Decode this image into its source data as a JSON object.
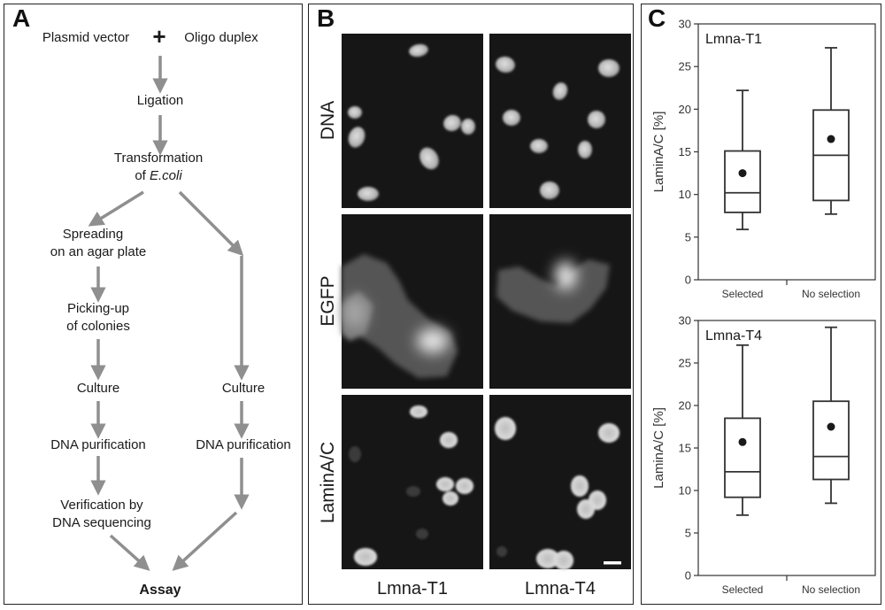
{
  "panels": {
    "a": {
      "letter": "A",
      "flow": {
        "plasmid": "Plasmid vector",
        "plus": "+",
        "oligo": "Oligo duplex",
        "ligation": "Ligation",
        "transformation_1": "Transformation",
        "transformation_2_prefix": "of ",
        "transformation_2_italic": "E.coli",
        "spreading_1": "Spreading",
        "spreading_2": "on an agar plate",
        "picking_1": "Picking-up",
        "picking_2": "of colonies",
        "culture_left": "Culture",
        "culture_right": "Culture",
        "dna_purif_left": "DNA purification",
        "dna_purif_right": "DNA purification",
        "verification_1": "Verification by",
        "verification_2": "DNA sequencing",
        "assay": "Assay"
      }
    },
    "b": {
      "letter": "B",
      "row_labels": [
        "DNA",
        "EGFP",
        "LaminA/C"
      ],
      "col_labels": [
        "Lmna-T1",
        "Lmna-T4"
      ]
    },
    "c": {
      "letter": "C"
    }
  },
  "colors": {
    "arrow": "#8f8f8f",
    "micrograph_bg": "#161616",
    "nucleus": "#c4c4c4",
    "frame": "#222222"
  },
  "chart_data": [
    {
      "type": "box",
      "title": "Lmna-T1",
      "ylabel": "LaminA/C [%]",
      "ylim": [
        0,
        30
      ],
      "yticks": [
        0,
        5,
        10,
        15,
        20,
        25,
        30
      ],
      "categories": [
        "Selected",
        "No selection"
      ],
      "boxes": [
        {
          "min": 5.9,
          "q1": 7.9,
          "median": 10.2,
          "q3": 15.1,
          "max": 22.2,
          "mean": 12.5
        },
        {
          "min": 7.7,
          "q1": 9.3,
          "median": 14.6,
          "q3": 19.9,
          "max": 27.2,
          "mean": 16.5
        }
      ]
    },
    {
      "type": "box",
      "title": "Lmna-T4",
      "ylabel": "LaminA/C [%]",
      "ylim": [
        0,
        30
      ],
      "yticks": [
        0,
        5,
        10,
        15,
        20,
        25,
        30
      ],
      "categories": [
        "Selected",
        "No selection"
      ],
      "boxes": [
        {
          "min": 7.1,
          "q1": 9.2,
          "median": 12.2,
          "q3": 18.5,
          "max": 27.1,
          "mean": 15.7
        },
        {
          "min": 8.5,
          "q1": 11.3,
          "median": 14.0,
          "q3": 20.5,
          "max": 29.2,
          "mean": 17.5
        }
      ]
    }
  ]
}
